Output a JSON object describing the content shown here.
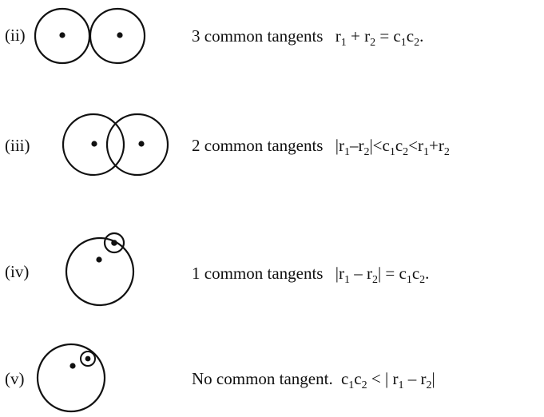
{
  "rows": [
    {
      "label": "(ii)",
      "count_text": "3 common tangents",
      "condition": {
        "r": "r",
        "plus": "+",
        "eq": "=",
        "c": "c",
        "period": ".",
        "s1": "1",
        "s2": "2"
      }
    },
    {
      "label": "(iii)",
      "count_text": "2 common tangents",
      "condition": {
        "bar": "|",
        "r": "r",
        "minus": "–",
        "lt": "<",
        "c": "c",
        "plus": "+",
        "s1": "1",
        "s2": "2"
      }
    },
    {
      "label": "(iv)",
      "count_text": "1 common tangents",
      "condition": {
        "bar": "|",
        "r": "r",
        "minus": "–",
        "eq": "=",
        "c": "c",
        "period": ".",
        "s1": "1",
        "s2": "2"
      }
    },
    {
      "label": "(v)",
      "count_text": "No common tangent.",
      "condition": {
        "bar": "|",
        "r": "r",
        "minus": "–",
        "lt": "<",
        "c": "c",
        "s1": "1",
        "s2": "2"
      }
    }
  ]
}
